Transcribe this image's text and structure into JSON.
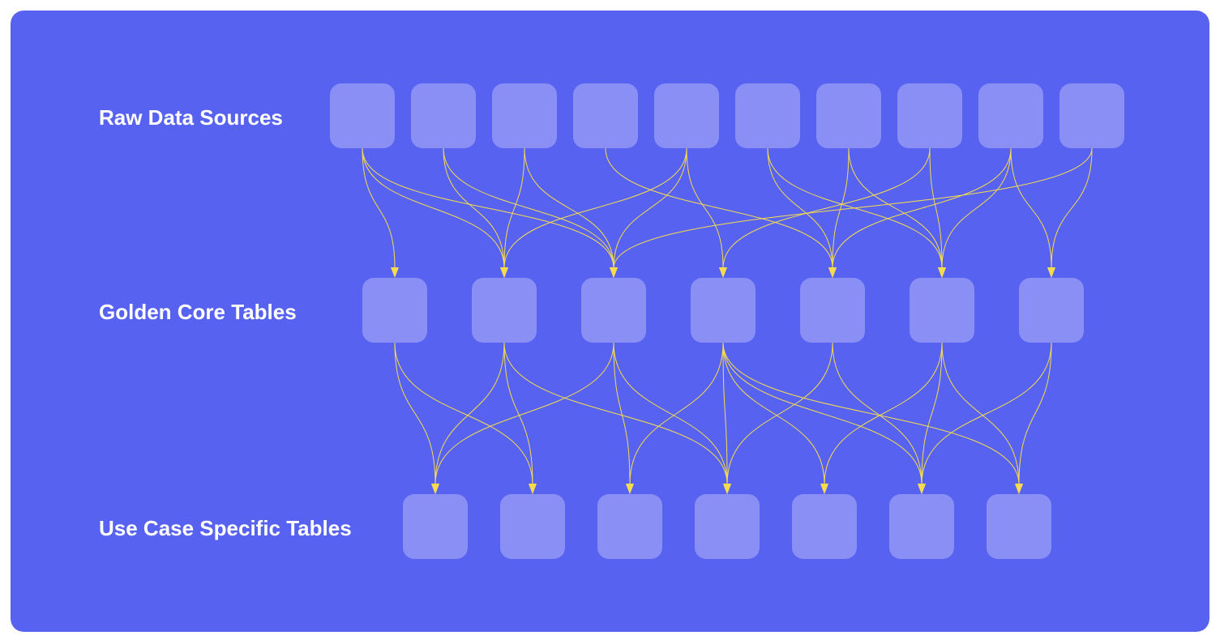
{
  "colors": {
    "background": "#5763f0",
    "node": "#8a8ff6",
    "edge": "#f5dc4e",
    "label": "#ffffff"
  },
  "layers": [
    {
      "label": "Raw Data Sources",
      "node_count": 10
    },
    {
      "label": "Golden Core Tables",
      "node_count": 7
    },
    {
      "label": "Use Case Specific Tables",
      "node_count": 7
    }
  ],
  "edges_raw_to_core": [
    [
      0,
      0
    ],
    [
      0,
      1
    ],
    [
      0,
      2
    ],
    [
      1,
      1
    ],
    [
      1,
      2
    ],
    [
      2,
      1
    ],
    [
      2,
      2
    ],
    [
      3,
      4
    ],
    [
      4,
      1
    ],
    [
      4,
      2
    ],
    [
      4,
      3
    ],
    [
      5,
      4
    ],
    [
      5,
      5
    ],
    [
      6,
      4
    ],
    [
      6,
      5
    ],
    [
      7,
      3
    ],
    [
      7,
      5
    ],
    [
      8,
      4
    ],
    [
      8,
      5
    ],
    [
      8,
      6
    ],
    [
      9,
      2
    ],
    [
      9,
      6
    ]
  ],
  "edges_core_to_usecase": [
    [
      0,
      0
    ],
    [
      0,
      1
    ],
    [
      1,
      0
    ],
    [
      1,
      1
    ],
    [
      1,
      3
    ],
    [
      2,
      0
    ],
    [
      2,
      2
    ],
    [
      2,
      3
    ],
    [
      3,
      2
    ],
    [
      3,
      3
    ],
    [
      3,
      4
    ],
    [
      3,
      5
    ],
    [
      3,
      6
    ],
    [
      4,
      3
    ],
    [
      4,
      5
    ],
    [
      5,
      4
    ],
    [
      5,
      5
    ],
    [
      5,
      6
    ],
    [
      6,
      5
    ],
    [
      6,
      6
    ]
  ]
}
